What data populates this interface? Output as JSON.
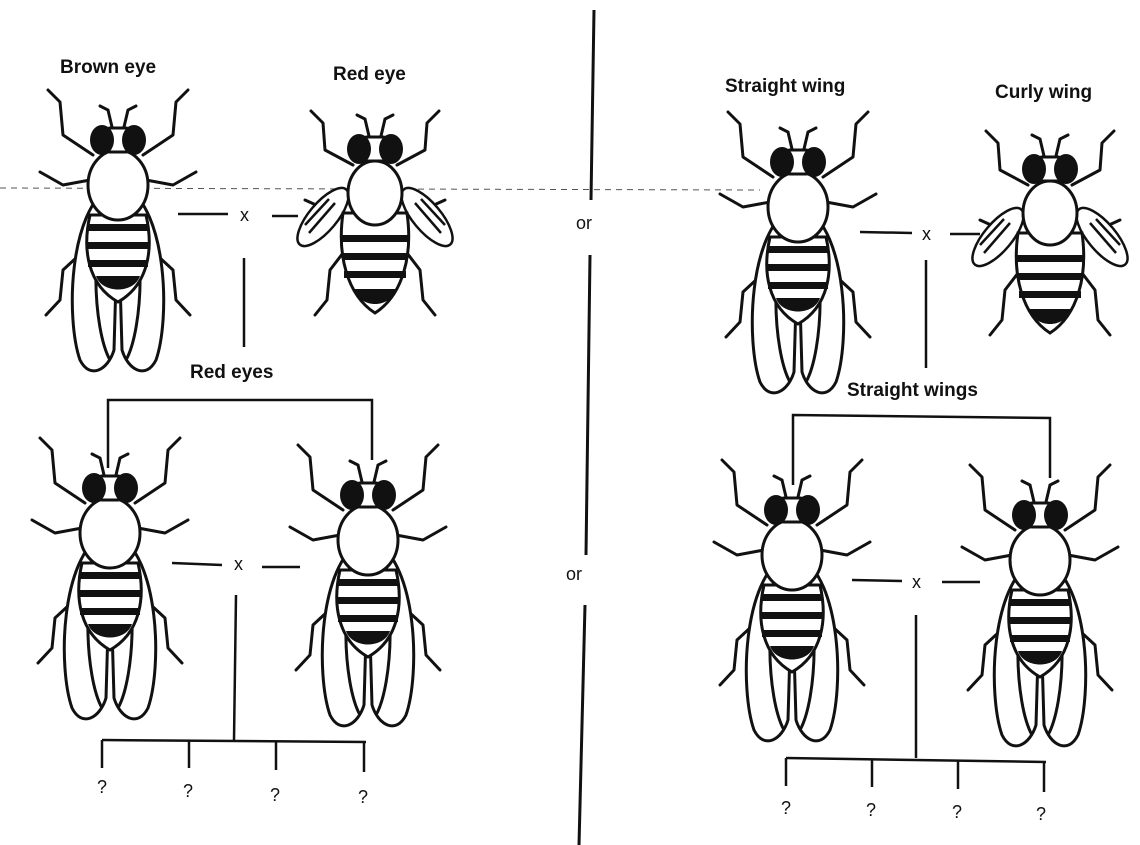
{
  "left_panel": {
    "parent1_label": "Brown eye",
    "parent2_label": "Red eye",
    "f1_label": "Red eyes",
    "cross_symbol_top": "x",
    "cross_symbol_bottom": "x",
    "offspring": [
      "?",
      "?",
      "?",
      "?"
    ]
  },
  "right_panel": {
    "parent1_label": "Straight wing",
    "parent2_label": "Curly wing",
    "f1_label": "Straight wings",
    "cross_symbol_top": "x",
    "cross_symbol_bottom": "x",
    "offspring": [
      "?",
      "?",
      "?",
      "?"
    ]
  },
  "divider": {
    "or_top": "or",
    "or_bottom": "or"
  },
  "colors": {
    "ink": "#111111",
    "background": "#ffffff"
  }
}
